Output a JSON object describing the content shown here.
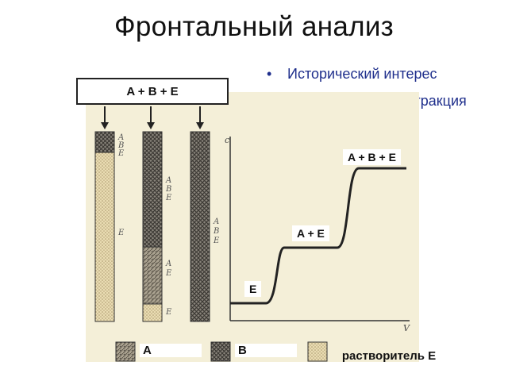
{
  "slide": {
    "title": "Фронтальный анализ",
    "bullets": [
      "Исторический интерес",
      "Твердо-фазная экстракция"
    ]
  },
  "figure": {
    "feed_label": "A + B + E",
    "axis_y": "c",
    "axis_x": "V",
    "curve_labels": {
      "step1": "E",
      "step2": "A + E",
      "step3": "A + B + E"
    },
    "columns": [
      {
        "zones": [
          "A+B+E",
          "E"
        ]
      },
      {
        "zones": [
          "A+B+E",
          "A+E",
          "E"
        ]
      },
      {
        "zones": [
          "A+B+E"
        ]
      }
    ],
    "legend": [
      {
        "pattern": "A",
        "label": "A"
      },
      {
        "pattern": "B",
        "label": "B"
      },
      {
        "pattern": "E",
        "label": "растворитель E"
      }
    ]
  },
  "colors": {
    "title": "#111111",
    "bullet_text": "#1f2f8c",
    "figure_bg": "#f4efd8",
    "pattern_A": "#6b6458",
    "pattern_B": "#4a4640",
    "pattern_E": "#d8c899"
  }
}
